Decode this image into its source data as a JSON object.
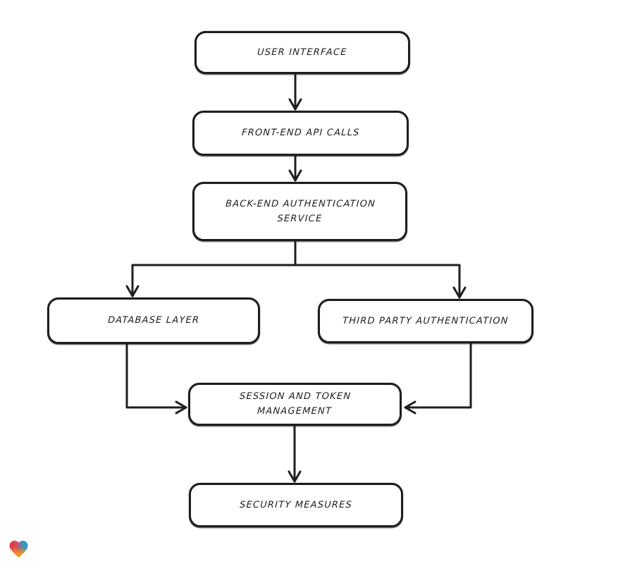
{
  "diagram": {
    "type": "flowchart",
    "style": "hand-drawn",
    "nodes": [
      {
        "id": "user-interface",
        "label": "USER INTERFACE"
      },
      {
        "id": "front-end-api-calls",
        "label": "FRONT-END API CALLS"
      },
      {
        "id": "back-end-authentication-service",
        "label": "BACK-END AUTHENTICATION SERVICE"
      },
      {
        "id": "database-layer",
        "label": "DATABASE LAYER"
      },
      {
        "id": "third-party-authentication",
        "label": "THIRD PARTY AUTHENTICATION"
      },
      {
        "id": "session-and-token-management",
        "label": "SESSION AND TOKEN MANAGEMENT"
      },
      {
        "id": "security-measures",
        "label": "SECURITY MEASURES"
      }
    ],
    "edges": [
      {
        "from": "user-interface",
        "to": "front-end-api-calls"
      },
      {
        "from": "front-end-api-calls",
        "to": "back-end-authentication-service"
      },
      {
        "from": "back-end-authentication-service",
        "to": "database-layer"
      },
      {
        "from": "back-end-authentication-service",
        "to": "third-party-authentication"
      },
      {
        "from": "database-layer",
        "to": "session-and-token-management"
      },
      {
        "from": "third-party-authentication",
        "to": "session-and-token-management"
      },
      {
        "from": "session-and-token-management",
        "to": "security-measures"
      }
    ],
    "colors": {
      "background": "#ffffff",
      "node_fill": "#ffffff",
      "stroke": "#1e1e1e"
    }
  },
  "footer": {
    "logo_icon": "heart-icon",
    "logo_colors": [
      "#e8303c",
      "#2ba3bb",
      "#3186d8",
      "#f7941d"
    ]
  }
}
